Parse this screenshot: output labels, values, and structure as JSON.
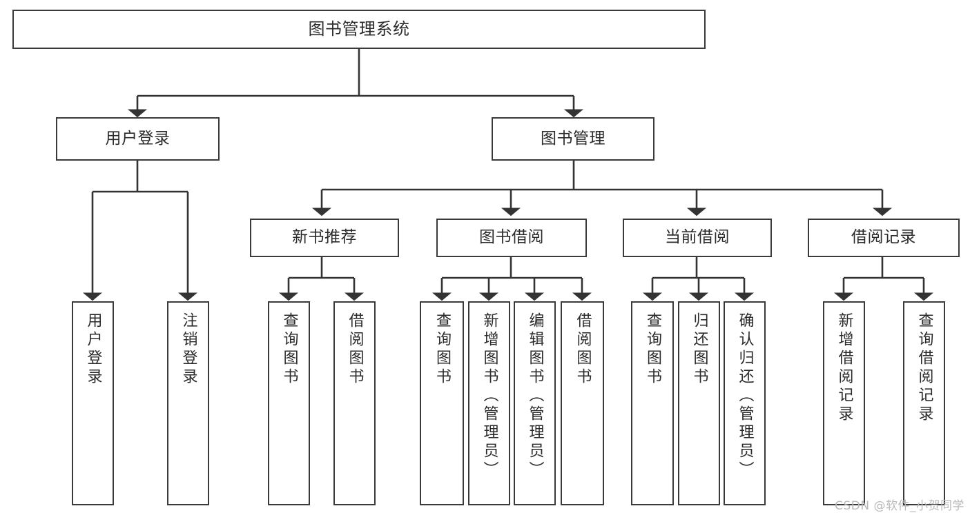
{
  "diagram": {
    "title": "图书管理系统",
    "type": "tree-hierarchy-chart",
    "colors": {
      "box_border": "#3a3a3a",
      "box_fill": "#ffffff",
      "edge": "#333333",
      "text": "#2b2b2b",
      "watermark": "#b9b9b9"
    },
    "watermark": "CSDN @软件_小贺同学",
    "root": {
      "label": "图书管理系统"
    },
    "level2": [
      {
        "label": "用户登录"
      },
      {
        "label": "图书管理"
      }
    ],
    "level3": [
      {
        "label": "新书推荐"
      },
      {
        "label": "图书借阅"
      },
      {
        "label": "当前借阅"
      },
      {
        "label": "借阅记录"
      }
    ],
    "leaves": [
      {
        "label": "用户登录",
        "parent": "用户登录"
      },
      {
        "label": "注销登录",
        "parent": "用户登录"
      },
      {
        "label": "查询图书",
        "parent": "新书推荐"
      },
      {
        "label": "借阅图书",
        "parent": "新书推荐"
      },
      {
        "label": "查询图书",
        "parent": "图书借阅"
      },
      {
        "label": "新增图书（管理员）",
        "parent": "图书借阅"
      },
      {
        "label": "编辑图书（管理员）",
        "parent": "图书借阅"
      },
      {
        "label": "借阅图书",
        "parent": "图书借阅"
      },
      {
        "label": "查询图书",
        "parent": "当前借阅"
      },
      {
        "label": "归还图书",
        "parent": "当前借阅"
      },
      {
        "label": "确认归还（管理员）",
        "parent": "当前借阅"
      },
      {
        "label": "新增借阅记录",
        "parent": "借阅记录"
      },
      {
        "label": "查询借阅记录",
        "parent": "借阅记录"
      }
    ]
  }
}
